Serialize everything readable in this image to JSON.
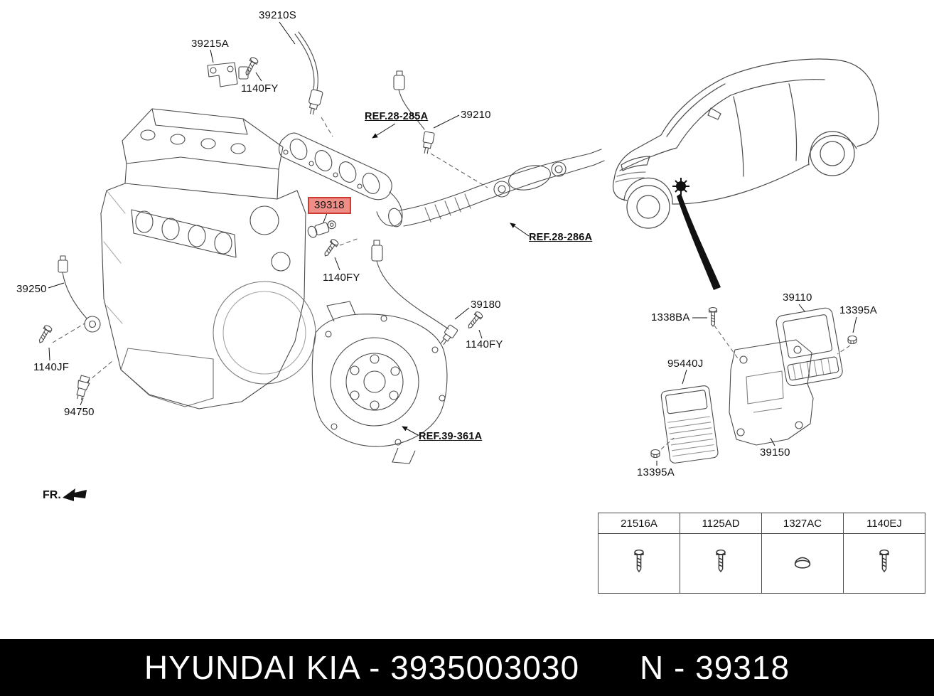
{
  "diagram": {
    "part_labels": {
      "p39210S": "39210S",
      "p39215A": "39215A",
      "p1140FY_top": "1140FY",
      "p39210": "39210",
      "p39318": "39318",
      "p1140FY_mid": "1140FY",
      "p39250": "39250",
      "p39180": "39180",
      "p1140FY_low": "1140FY",
      "p1140JF": "1140JF",
      "p94750": "94750",
      "p1338BA": "1338BA",
      "p39110": "39110",
      "p13395A_right": "13395A",
      "p95440J": "95440J",
      "p39150": "39150",
      "p13395A_left": "13395A"
    },
    "references": {
      "ref_28_285A": "REF.28-285A",
      "ref_28_286A": "REF.28-286A",
      "ref_39_361A": "REF.39-361A"
    },
    "direction_indicator": "FR.",
    "highlighted_part": "39318",
    "highlight_fill": "#ef8e87",
    "highlight_border": "#cf3a31"
  },
  "fastener_table": {
    "columns": [
      {
        "part_number": "21516A",
        "icon": "screw-icon"
      },
      {
        "part_number": "1125AD",
        "icon": "screw-icon"
      },
      {
        "part_number": "1327AC",
        "icon": "plug-icon"
      },
      {
        "part_number": "1140EJ",
        "icon": "screw-icon"
      }
    ]
  },
  "footer": {
    "left_text": "HYUNDAI  KIA - 3935003030",
    "right_text": "N - 39318"
  }
}
